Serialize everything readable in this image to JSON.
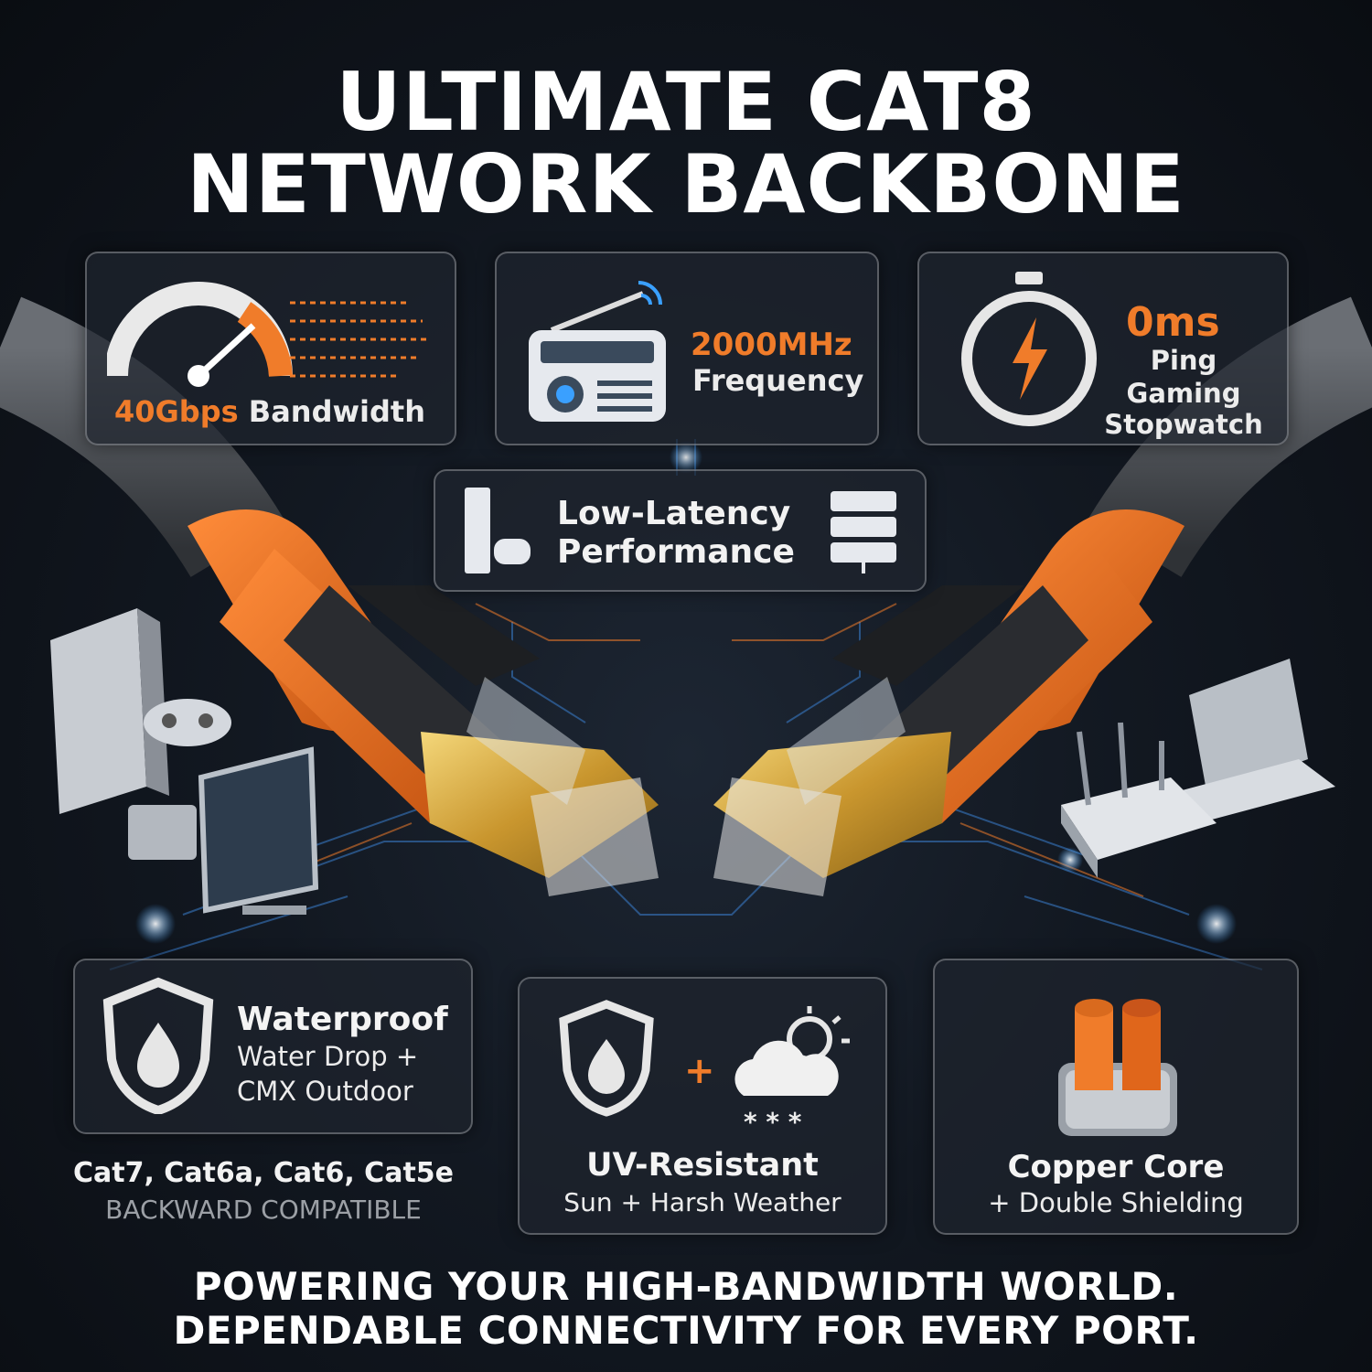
{
  "title": {
    "line1": "ULTIMATE CAT8",
    "line2": "NETWORK BACKBONE"
  },
  "features": {
    "bandwidth": {
      "value": "40Gbps",
      "label": "Bandwidth"
    },
    "frequency": {
      "value": "2000MHz",
      "label": "Frequency"
    },
    "ping": {
      "value": "0ms",
      "line1": "Ping",
      "line2": "Gaming",
      "line3": "Stopwatch"
    },
    "latency": {
      "line1": "Low-Latency",
      "line2": "Performance"
    },
    "waterproof": {
      "title": "Waterproof",
      "line1": "Water Drop +",
      "line2": "CMX Outdoor"
    },
    "compat": {
      "line1": "Cat7, Cat6a, Cat6, Cat5e",
      "line2": "BACKWARD COMPATIBLE"
    },
    "uv": {
      "plus": "+",
      "snow": "* * *",
      "title": "UV-Resistant",
      "line1": "Sun + Harsh Weather"
    },
    "copper": {
      "title": "Copper Core",
      "line1": "+ Double Shielding"
    }
  },
  "caption": {
    "line1": "POWERING YOUR HIGH-BANDWIDTH WORLD.",
    "line2": "DEPENDABLE CONNECTIVITY FOR EVERY PORT."
  },
  "colors": {
    "accent": "#f07c2a",
    "cable": "#4a4d52",
    "gold": "#d9b24a",
    "glow": "#3aa0ff"
  },
  "icons": [
    "speedometer-icon",
    "radio-icon",
    "stopwatch-icon",
    "console-icon",
    "server-icon",
    "shield-drop-icon",
    "cloud-sun-icon",
    "copper-wire-icon",
    "rj45-connector-icon",
    "laptop-icon",
    "router-icon",
    "tv-icon",
    "gamepad-icon"
  ]
}
